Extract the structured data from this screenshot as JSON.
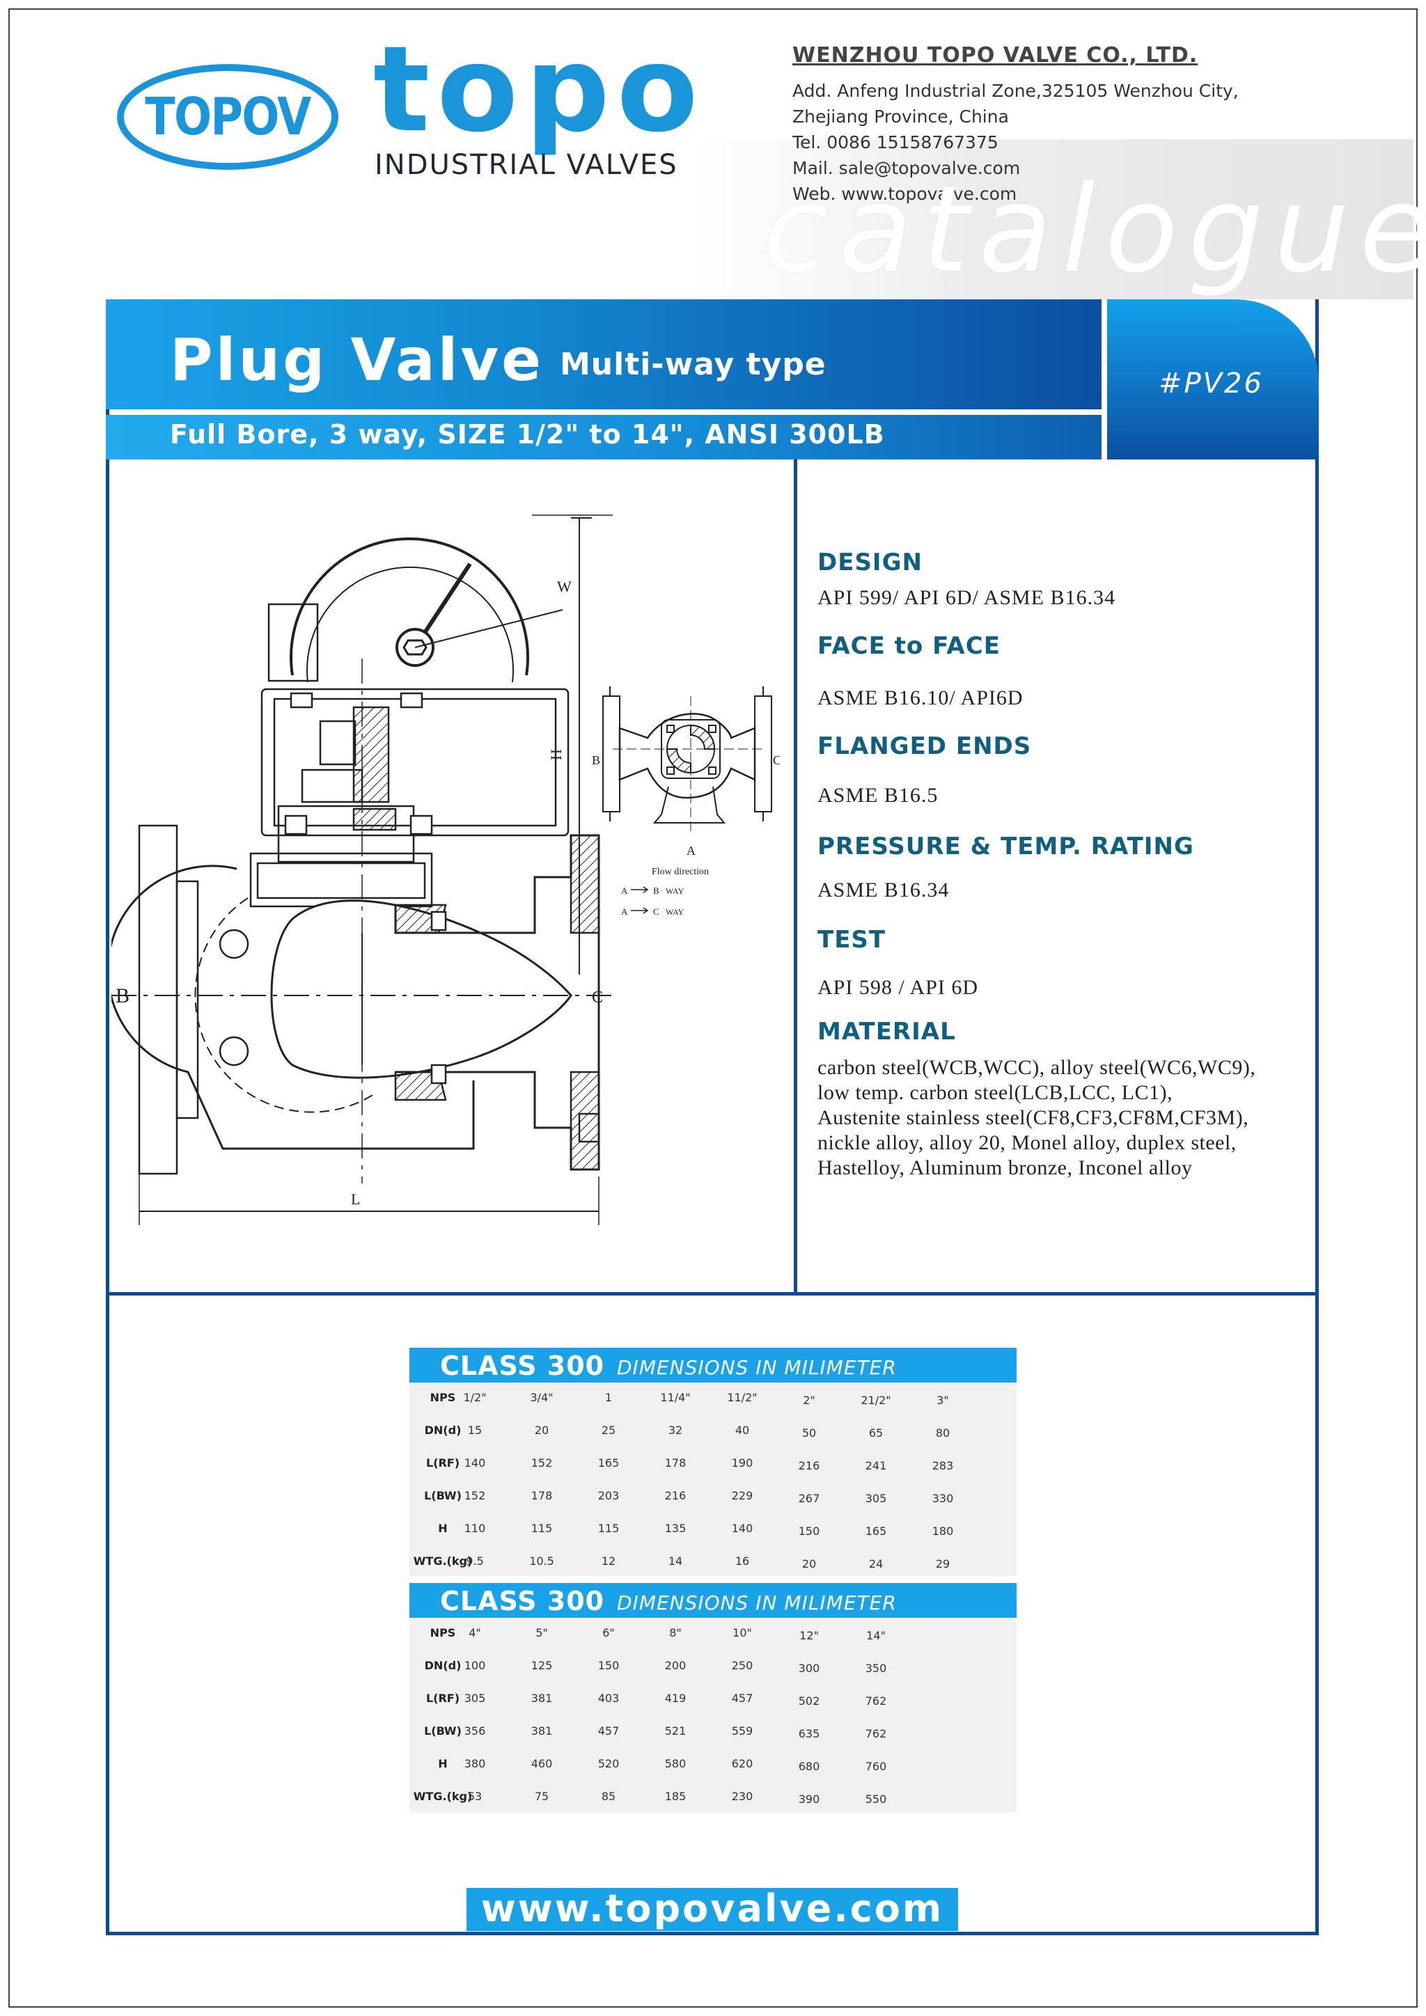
{
  "header": {
    "logo_text": "TOPOV",
    "brand": "topo",
    "brand_sub": "INDUSTRIAL VALVES",
    "company_name": "WENZHOU TOPO VALVE CO., LTD.",
    "address_line1": "Add. Anfeng Industrial Zone,325105 Wenzhou City,",
    "address_line2": "Zhejiang Province, China",
    "tel": "Tel. 0086 15158767375",
    "mail": "Mail. sale@topovalve.com",
    "web": "Web. www.topovalve.com",
    "catalogue": "catalogue"
  },
  "banner": {
    "title": "Plug Valve",
    "type": "Multi-way type",
    "subtitle": "Full Bore, 3 way, SIZE 1/2\" to 14\", ANSI 300LB",
    "code": "#PV26"
  },
  "drawing": {
    "label_w": "W",
    "label_h": "H",
    "label_b": "B",
    "label_c": "C",
    "label_l": "L",
    "label_a": "A",
    "flow_direction": "Flow direction",
    "flow_ab_from": "A",
    "flow_ab_to": "B",
    "flow_ac_from": "A",
    "flow_ac_to": "C",
    "way": "WAY"
  },
  "specs": {
    "design_head": "DESIGN",
    "design_val": "API 599/ API 6D/ ASME B16.34",
    "f2f_head": "FACE to FACE",
    "f2f_val": "ASME B16.10/ API6D",
    "flanged_head": "FLANGED ENDS",
    "flanged_val": "ASME B16.5",
    "pressure_head": "PRESSURE & TEMP. RATING",
    "pressure_val": "ASME B16.34",
    "test_head": "TEST",
    "test_val": "API 598 / API 6D",
    "material_head": "MATERIAL",
    "material_lines": [
      "carbon steel(WCB,WCC),  alloy steel(WC6,WC9),",
      "low temp. carbon steel(LCB,LCC, LC1),",
      "Austenite stainless steel(CF8,CF3,CF8M,CF3M),",
      "nickle alloy,  alloy 20,  Monel alloy,  duplex steel,",
      "Hastelloy,  Aluminum bronze, Inconel alloy"
    ]
  },
  "tables": [
    {
      "class": "CLASS 300",
      "dims": "DIMENSIONS IN MILIMETER",
      "rows": [
        {
          "label": "NPS",
          "values": [
            "1/2\"",
            "3/4\"",
            "1",
            "11/4\"",
            "11/2\"",
            "2\"",
            "21/2\"",
            "3\""
          ]
        },
        {
          "label": "DN(d)",
          "values": [
            "15",
            "20",
            "25",
            "32",
            "40",
            "50",
            "65",
            "80"
          ]
        },
        {
          "label": "L(RF)",
          "values": [
            "140",
            "152",
            "165",
            "178",
            "190",
            "216",
            "241",
            "283"
          ]
        },
        {
          "label": "L(BW)",
          "values": [
            "152",
            "178",
            "203",
            "216",
            "229",
            "267",
            "305",
            "330"
          ]
        },
        {
          "label": "H",
          "values": [
            "110",
            "115",
            "115",
            "135",
            "140",
            "150",
            "165",
            "180"
          ]
        },
        {
          "label": "WTG.(kg)",
          "values": [
            "9.5",
            "10.5",
            "12",
            "14",
            "16",
            "20",
            "24",
            "29"
          ]
        }
      ]
    },
    {
      "class": "CLASS 300",
      "dims": "DIMENSIONS IN MILIMETER",
      "rows": [
        {
          "label": "NPS",
          "values": [
            "4\"",
            "5\"",
            "6\"",
            "8\"",
            "10\"",
            "12\"",
            "14\""
          ]
        },
        {
          "label": "DN(d)",
          "values": [
            "100",
            "125",
            "150",
            "200",
            "250",
            "300",
            "350"
          ]
        },
        {
          "label": "L(RF)",
          "values": [
            "305",
            "381",
            "403",
            "419",
            "457",
            "502",
            "762"
          ]
        },
        {
          "label": "L(BW)",
          "values": [
            "356",
            "381",
            "457",
            "521",
            "559",
            "635",
            "762"
          ]
        },
        {
          "label": "H",
          "values": [
            "380",
            "460",
            "520",
            "580",
            "620",
            "680",
            "760"
          ]
        },
        {
          "label": "WTG.(kg)",
          "values": [
            "53",
            "75",
            "85",
            "185",
            "230",
            "390",
            "550"
          ]
        }
      ]
    }
  ],
  "footer": {
    "url": "www.topovalve.com"
  },
  "colors": {
    "accent": "#1aa2e8",
    "navy": "#0b4b93",
    "spec_heading": "#0e5f80"
  }
}
